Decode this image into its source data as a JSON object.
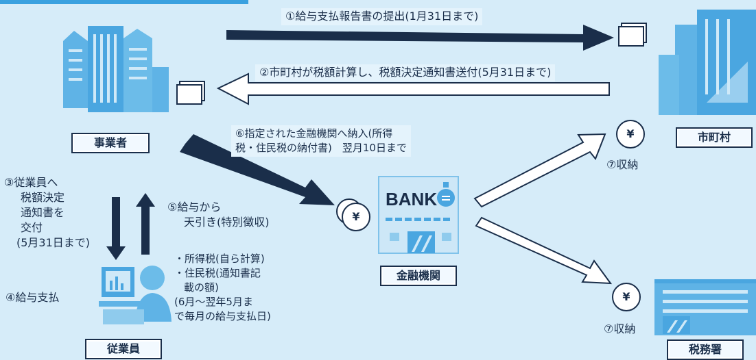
{
  "steps": {
    "s1": "①給与支払報告書の提出(1月31日まで)",
    "s2": "②市町村が税額計算し、税額決定通知書送付(5月31日まで)",
    "s3": [
      "③従業員へ",
      "税額決定",
      "通知書を",
      "交付",
      "(5月31日まで)"
    ],
    "s4": "④給与支払",
    "s5_title": [
      "⑤給与から",
      "天引き(特別徴収)"
    ],
    "s5_detail": [
      "・所得税(自ら計算)",
      "・住民税(通知書記",
      "載の額)",
      "(6月～翌年5月ま",
      "で毎月の給与支払日)"
    ],
    "s6": [
      "⑥指定された金融機関へ納入(所得",
      "税・住民税の納付書)　翌月10日まで"
    ],
    "s7a": "⑦収納",
    "s7b": "⑦収納"
  },
  "entities": {
    "employer": "事業者",
    "municipality": "市町村",
    "bank": "金融機関",
    "employee": "従業員",
    "tax_office": "税務署"
  },
  "bank_sign": "BANK",
  "yen": "¥",
  "colors": {
    "navy": "#1a2e4a",
    "building": "#5fb3e6",
    "background": "#d6ecf9",
    "accent": "#3aa1e0"
  }
}
